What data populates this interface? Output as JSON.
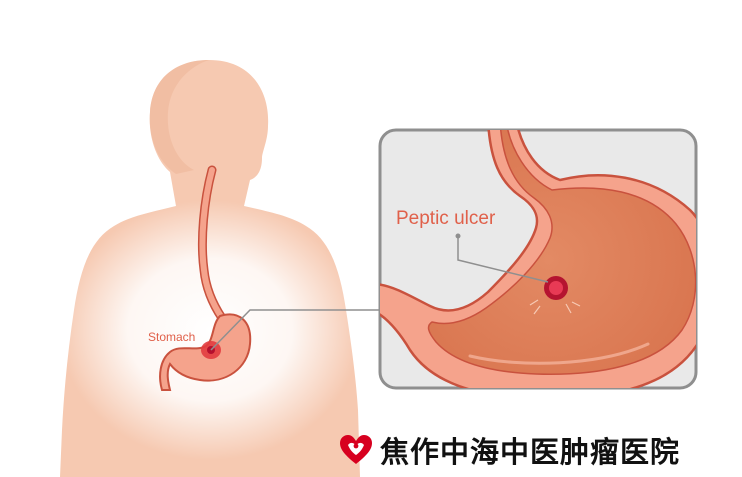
{
  "labels": {
    "stomach": "Stomach",
    "ulcer": "Peptic ulcer"
  },
  "brand": {
    "name": "焦作中海中医肿瘤医院",
    "logo_icon": "heart-hands-logo-icon"
  },
  "colors": {
    "skin": "#f6c9b1",
    "skin_shadow": "#efb899",
    "glow": "#ffffff",
    "stomach_wall": "#f5a38c",
    "stomach_inner": "#e88d66",
    "stomach_outline": "#c9523e",
    "ulcer": "#c8173a",
    "label_text": "#e0604a",
    "panel_border": "#8f8f8f",
    "panel_bg": "#e9e9e9",
    "brand_red": "#d7001f"
  }
}
